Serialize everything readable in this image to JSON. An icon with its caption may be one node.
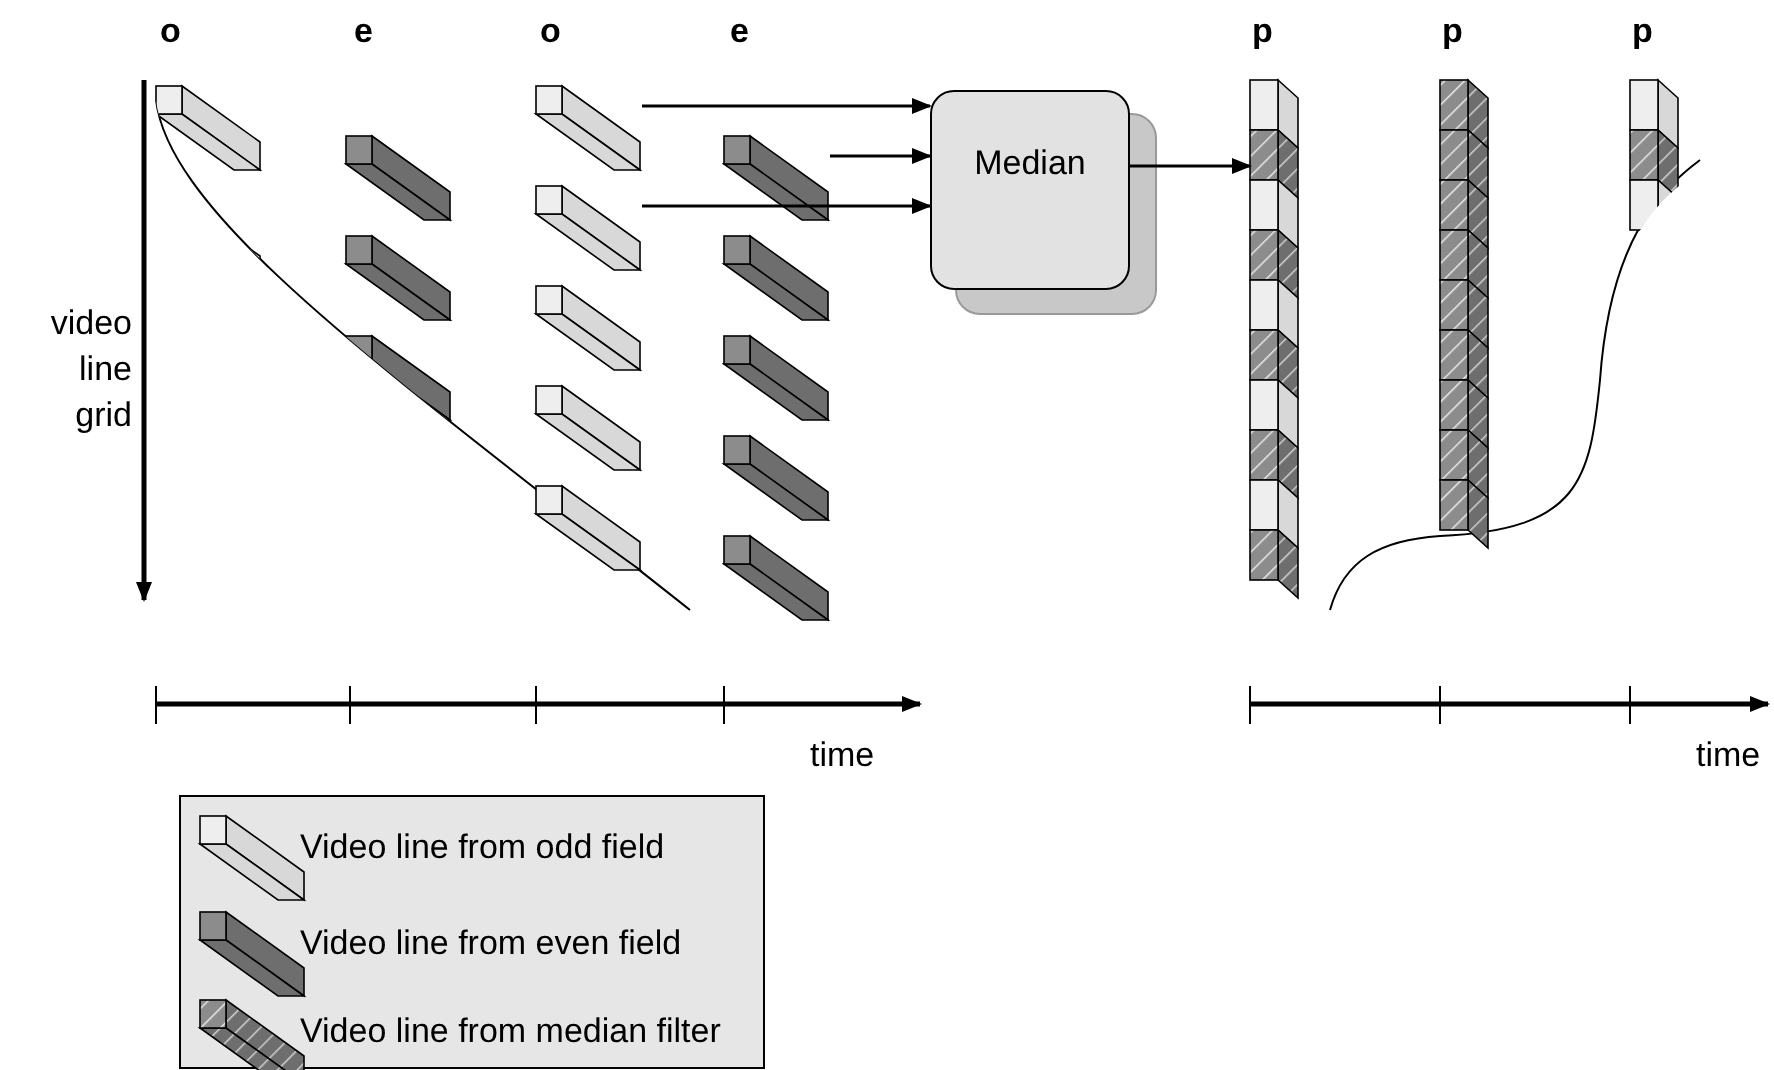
{
  "diagram": {
    "nodes": [
      {
        "text": [],
        "shape": "box"
      },
      {
        "text": [],
        "shape": "box"
      },
      {
        "text": [],
        "shape": "box"
      },
      {
        "text": [],
        "shape": "box"
      },
      {
        "text": [],
        "shape": "box"
      },
      {
        "text": [],
        "shape": "box"
      },
      {
        "text": [],
        "shape": "box"
      },
      {
        "text": [],
        "shape": "box"
      },
      {
        "text": [],
        "shape": "box"
      },
      {
        "text": [],
        "shape": "box"
      },
      {
        "text": [],
        "shape": "box"
      },
      {
        "text": [],
        "shape": "box"
      },
      {
        "text": [],
        "shape": "box"
      },
      {
        "text": [],
        "shape": "box"
      },
      {
        "text": [],
        "shape": "box"
      },
      {
        "text": [
          "Median"
        ]
      },
      {
        "text": [],
        "shape": "bar"
      },
      {
        "text": [],
        "shape": "bar"
      },
      {
        "text": [],
        "shape": "bar"
      }
    ],
    "edges": [
      {
        "from": 5,
        "to": 15,
        "arrow": "to"
      },
      {
        "from": 10,
        "to": 15,
        "arrow": "to"
      },
      {
        "from": 6,
        "to": 15,
        "arrow": "to"
      },
      {
        "from": 15,
        "to": 16,
        "arrow": "to"
      }
    ],
    "labels": [
      "o",
      "e",
      "o",
      "e",
      "p",
      "p",
      "p",
      "video line grid",
      "time",
      "time"
    ],
    "legend": [
      {
        "text": "Video line from odd field"
      },
      {
        "text": "Video line from even field"
      },
      {
        "text": "Video line from median filter"
      }
    ]
  }
}
